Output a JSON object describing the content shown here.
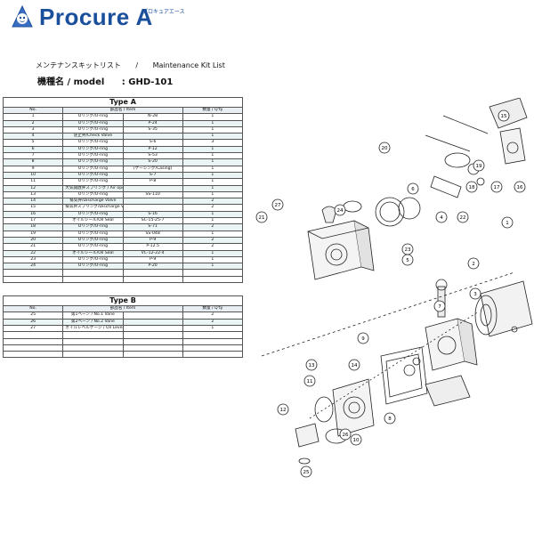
{
  "brand": {
    "name": "Procure A",
    "tagline": "プロキュアエース",
    "color": "#1a4f9c"
  },
  "header": {
    "list_title_jp": "メンテナンスキットリスト",
    "separator": "/",
    "list_title_en": "Maintenance Kit  List",
    "model_label": "機種名 / model",
    "model_value": ": GHD-101"
  },
  "type_a": {
    "title": "Type  A",
    "columns": {
      "no": "No.",
      "name": "部品名 / Item",
      "item": "",
      "qty": "数量 / Q'ty"
    },
    "rows": [
      {
        "no": "1",
        "name": "Oリング/O-ring",
        "item": "N-28",
        "qty": "1"
      },
      {
        "no": "2",
        "name": "Oリング/O-ring",
        "item": "P-24",
        "qty": "1"
      },
      {
        "no": "3",
        "name": "Oリング/O-ring",
        "item": "S-35",
        "qty": "1"
      },
      {
        "no": "4",
        "name": "逆止弁/Check Valve",
        "item": "",
        "qty": "1"
      },
      {
        "no": "5",
        "name": "Oリング/O-ring",
        "item": "S-6",
        "qty": "3"
      },
      {
        "no": "6",
        "name": "Oリング/O-ring",
        "item": "P-12",
        "qty": "1"
      },
      {
        "no": "7",
        "name": "Oリング/O-ring",
        "item": "S-53",
        "qty": "1"
      },
      {
        "no": "8",
        "name": "Oリング/O-ring",
        "item": "S-20",
        "qty": "1"
      },
      {
        "no": "9",
        "name": "Oリング/O-ring",
        "item": "(ケーシング/Casing)",
        "qty": "1"
      },
      {
        "no": "10",
        "name": "Oリング/O-ring",
        "item": "S-7",
        "qty": "1"
      },
      {
        "no": "11",
        "name": "Oリング/O-ring",
        "item": "P-8",
        "qty": "1"
      },
      {
        "no": "12",
        "name": "大気開放弁スプリング / Air open Valve spring",
        "item": "",
        "qty": "1"
      },
      {
        "no": "13",
        "name": "Oリング/O-ring",
        "item": "SS-110",
        "qty": "1"
      },
      {
        "no": "14",
        "name": "排気弁/Discharge Valve",
        "item": "",
        "qty": "2"
      },
      {
        "no": "15",
        "name": "排気弁スプリング/Discharge Valve Spring",
        "item": "",
        "qty": "2"
      },
      {
        "no": "16",
        "name": "Oリング/O-ring",
        "item": "S-16",
        "qty": "1"
      },
      {
        "no": "17",
        "name": "オイルシール/Oil Seal",
        "item": "SC-15-25-7",
        "qty": "1"
      },
      {
        "no": "18",
        "name": "Oリング/O-ring",
        "item": "S-71",
        "qty": "2"
      },
      {
        "no": "19",
        "name": "Oリング/O-ring",
        "item": "SS-048",
        "qty": "1"
      },
      {
        "no": "20",
        "name": "Oリング/O-ring",
        "item": "P-9",
        "qty": "2"
      },
      {
        "no": "21",
        "name": "Oリング/O-ring",
        "item": "P-12.5",
        "qty": "2"
      },
      {
        "no": "22",
        "name": "オイルシール/Oil Seal",
        "item": "VC-12-22-4",
        "qty": "1"
      },
      {
        "no": "23",
        "name": "Oリング/O-ring",
        "item": "P-9",
        "qty": "1"
      },
      {
        "no": "24",
        "name": "Oリング/O-ring",
        "item": "P-20",
        "qty": "1"
      }
    ]
  },
  "type_b": {
    "title": "Type  B",
    "columns": {
      "no": "No.",
      "name": "部品名 / Item",
      "item": "",
      "qty": "数量 / Q'ty"
    },
    "rows": [
      {
        "no": "25",
        "name": "第1ベーン / No.1  Vane",
        "item": "",
        "qty": "2"
      },
      {
        "no": "26",
        "name": "第2ベーン / No.2  Vane",
        "item": "",
        "qty": "2"
      },
      {
        "no": "27",
        "name": "オイルレベルゲージ / Oil Level gauge",
        "item": "",
        "qty": "1"
      }
    ]
  },
  "diagram": {
    "callouts": [
      "1",
      "2",
      "3",
      "4",
      "5",
      "6",
      "7",
      "8",
      "9",
      "10",
      "11",
      "12",
      "13",
      "14",
      "15",
      "16",
      "17",
      "18",
      "19",
      "20",
      "21",
      "22",
      "23",
      "24",
      "25",
      "26",
      "27"
    ]
  }
}
